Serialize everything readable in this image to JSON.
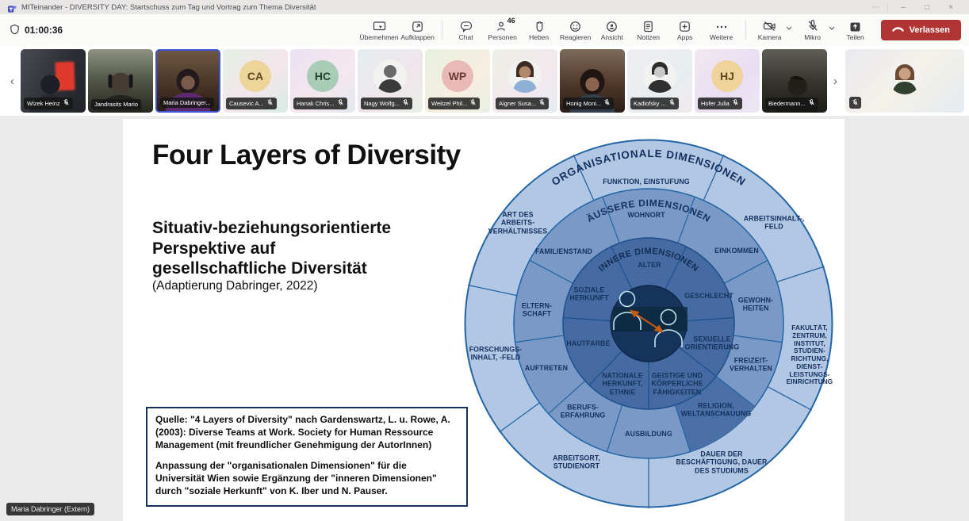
{
  "window": {
    "title": "MITeinander - DIVERSITY DAY: Startschuss zum Tag und Vortrag zum Thema Diversität",
    "controls": {
      "more": "⋯",
      "minimize": "–",
      "maximize": "□",
      "close": "×"
    }
  },
  "toolbar": {
    "timer": "01:00:36",
    "ubernehmen": "Übernehmen",
    "aufklappen": "Aufklappen",
    "chat": "Chat",
    "personen": "Personen",
    "people_count": "46",
    "heben": "Heben",
    "reagieren": "Reagieren",
    "ansicht": "Ansicht",
    "notizen": "Notizen",
    "apps": "Apps",
    "weitere": "Weitere",
    "kamera": "Kamera",
    "mikro": "Mikro",
    "teilen": "Teilen",
    "verlassen": "Verlassen"
  },
  "filmstrip": {
    "nav_prev": "‹",
    "nav_next": "›",
    "participants": [
      {
        "name": "Wizek Heinz",
        "muted": true
      },
      {
        "name": "Jandrasits Mario",
        "muted": false
      },
      {
        "name": "Maria Dabringer...",
        "muted": false,
        "active": true
      },
      {
        "name": "Causevic A...",
        "initials": "CA",
        "muted": true
      },
      {
        "name": "Hanak Chris...",
        "initials": "HC",
        "muted": true
      },
      {
        "name": "Nagy Wolfg...",
        "muted": true
      },
      {
        "name": "Weitzel Phil...",
        "initials": "WP",
        "muted": true
      },
      {
        "name": "Aigner Susa...",
        "muted": true
      },
      {
        "name": "Honig Moni...",
        "muted": true
      },
      {
        "name": "Kadiofsky ...",
        "muted": true
      },
      {
        "name": "Hofer Julia",
        "initials": "HJ",
        "muted": true
      },
      {
        "name": "Biedermann...",
        "muted": true
      }
    ],
    "self_muted": true
  },
  "presenter_badge": "Maria Dabringer (Extern)",
  "slide": {
    "title": "Four Layers of Diversity",
    "subtitle": "Situativ-beziehungsorientierte\nPerspektive auf\ngesellschaftliche Diversität",
    "attribution": "(Adaptierung Dabringer, 2022)",
    "source_box": {
      "p1": "Quelle: \"4 Layers of Diversity\" nach Gardenswartz, L. u. Rowe, A. (2003): Diverse Teams at Work. Society for Human Ressource Management (mit freundlicher Genehmigung der AutorInnen)",
      "p2": "Anpassung der \"organisationalen Dimensionen\" für die Universität Wien sowie Ergänzung der \"inneren Dimensionen\" durch \"soziale Herkunft\" von K. Iber und N. Pauser."
    }
  },
  "diagram": {
    "headers": [
      "ORGANISATIONALE DIMENSIONEN",
      "ÄUSSERE DIMENSIONEN",
      "INNERE DIMENSIONEN"
    ],
    "outer": [
      "FUNKTION, EINSTUFUNG",
      "ARBEITSINHALT-,\nFELD",
      "FAKULTÄT,\nZENTRUM,\nINSTITUT,\nSTUDIEN-\nRICHTUNG,\nDIENST-\nLEISTUNGS-\nEINRICHTUNG",
      "DAUER DER\nBESCHÄFTIGUNG, DAUER\nDES STUDIUMS",
      "ARBEITSORT,\nSTUDIENORT",
      "FORSCHUNGS-\nINHALT, -FELD",
      "ART DES\nARBEITS-\nVERHÄLTNISSES"
    ],
    "middle": [
      "WOHNORT",
      "EINKOMMEN",
      "GEWOHN-\nHEITEN",
      "FREIZEIT-\nVERHALTEN",
      "RELIGION,\nWELTANSCHAUUNG",
      "AUSBILDUNG",
      "BERUFS-\nERFAHRUNG",
      "AUFTRETEN",
      "ELTERN-\nSCHAFT",
      "FAMILIENSTAND"
    ],
    "inner": [
      "ALTER",
      "GESCHLECHT",
      "SEXUELLE\nORIENTIERUNG",
      "GEISTIGE UND\nKÖRPERLICHE\nFÄHIGKEITEN",
      "NATIONALE\nHERKUNFT,\nETHNIE",
      "HAUTFARBE",
      "SOZIALE\nHERKUNFT"
    ],
    "colors": {
      "ring_outer": "#b2c7e3",
      "ring_middle": "#7b99c6",
      "ring_inner": "#456ba2",
      "center": "#16335c",
      "label_text": "#14305f",
      "arrow": "#c55a11"
    }
  }
}
